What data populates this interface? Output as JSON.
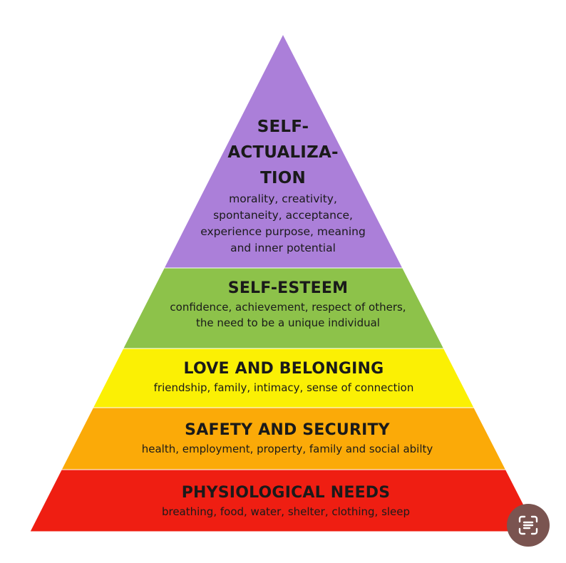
{
  "levels": [
    {
      "id": "physiological",
      "title": "PHYSIOLOGICAL NEEDS",
      "description": [
        "breathing, food, water, shelter, clothing, sleep"
      ],
      "color": "#ef1e12"
    },
    {
      "id": "safety",
      "title": "SAFETY AND SECURITY",
      "description": [
        "health, employment, property, family and social abilty"
      ],
      "color": "#fbaa08"
    },
    {
      "id": "love",
      "title": "LOVE AND BELONGING",
      "description": [
        "friendship, family, intimacy, sense of connection"
      ],
      "color": "#fbf004"
    },
    {
      "id": "esteem",
      "title": "SELF-ESTEEM",
      "description": [
        "confidence, achievement, respect of others,",
        "the need to be a unique individual"
      ],
      "color": "#8dc24a"
    },
    {
      "id": "actualization",
      "title": [
        "SELF-",
        "ACTUALIZA-",
        "TION"
      ],
      "description": [
        "morality, creativity,",
        "spontaneity, acceptance,",
        "experience purpose, meaning",
        "and inner potential"
      ],
      "color": "#ab7fd9"
    }
  ],
  "scan_button": {
    "icon": "text-scan-icon",
    "color": "#7a5450"
  }
}
